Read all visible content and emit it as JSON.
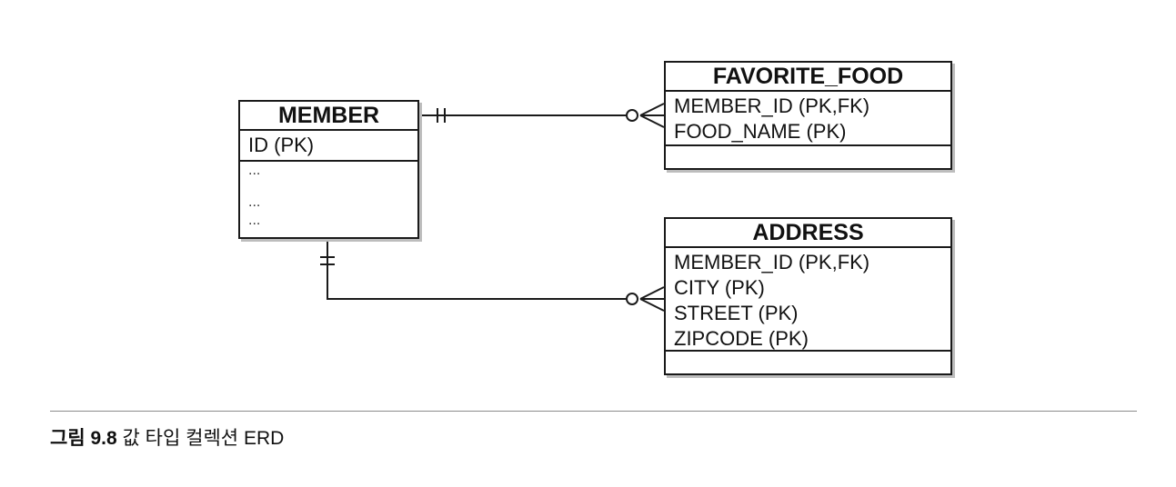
{
  "entities": {
    "member": {
      "title": "MEMBER",
      "pk": "ID (PK)",
      "ellipsis": [
        "...",
        "...",
        "..."
      ]
    },
    "favorite_food": {
      "title": "FAVORITE_FOOD",
      "attributes": [
        "MEMBER_ID (PK,FK)",
        "FOOD_NAME (PK)"
      ]
    },
    "address": {
      "title": "ADDRESS",
      "attributes": [
        "MEMBER_ID (PK,FK)",
        "CITY (PK)",
        "STREET (PK)",
        "ZIPCODE (PK)"
      ]
    }
  },
  "relationships": [
    {
      "from": "MEMBER",
      "to": "FAVORITE_FOOD",
      "from_end": "one-and-only-one",
      "to_end": "zero-or-many"
    },
    {
      "from": "MEMBER",
      "to": "ADDRESS",
      "from_end": "one-and-only-one",
      "to_end": "zero-or-many"
    }
  ],
  "caption": {
    "label": "그림 9.8",
    "text": "값 타입 컬렉션 ERD"
  },
  "colors": {
    "line": "#1a1a1a",
    "shadow": "#bdbdbd",
    "rule": "#8c8c8c"
  }
}
